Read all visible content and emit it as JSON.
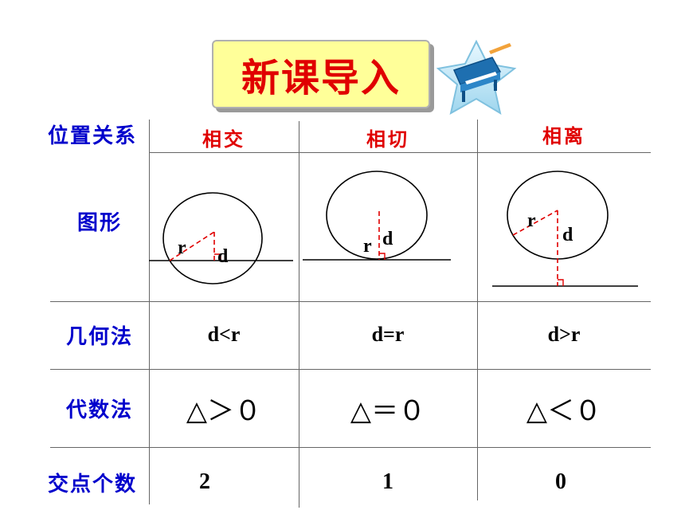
{
  "title": "新课导入",
  "header": {
    "row_label": "位置关系",
    "columns": [
      "相交",
      "相切",
      "相离"
    ]
  },
  "rows": {
    "figure": {
      "label": "图形",
      "r": "r",
      "d": "d"
    },
    "geometric": {
      "label": "几何法",
      "values": [
        "d<r",
        "d=r",
        "d>r"
      ]
    },
    "algebraic": {
      "label": "代数法",
      "values": [
        "△＞０",
        "△＝０",
        "△＜０"
      ]
    },
    "count": {
      "label": "交点个数",
      "values": [
        "2",
        "1",
        "0"
      ]
    }
  },
  "colors": {
    "title": "#e00000",
    "label": "#0000cc",
    "title_bg": "#ffff99",
    "dash": "#e00000"
  },
  "icons": [
    "piano-badge-icon"
  ]
}
